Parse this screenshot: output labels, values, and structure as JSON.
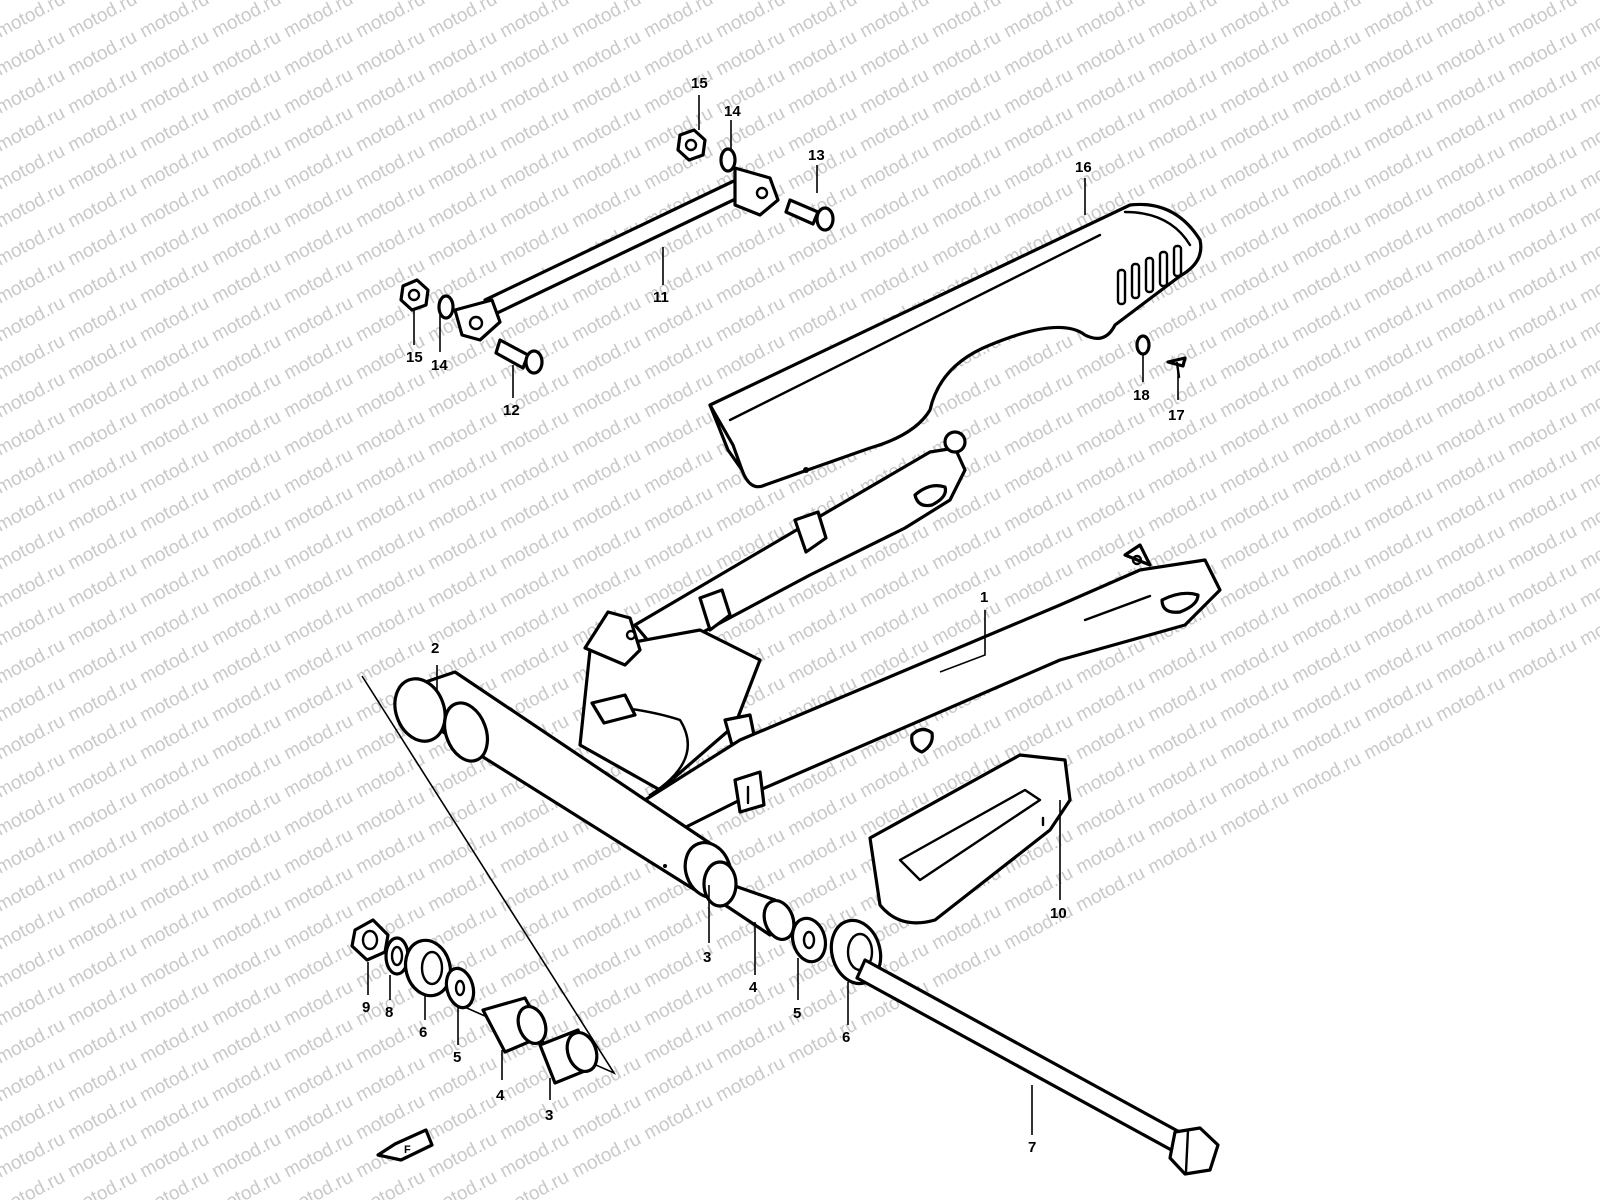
{
  "watermark": "motod.ru",
  "colors": {
    "line": "#000000",
    "background": "#ffffff",
    "watermark": "#c9c9c9"
  },
  "callouts": [
    {
      "id": "c1",
      "label": "1"
    },
    {
      "id": "c2",
      "label": "2"
    },
    {
      "id": "c3a",
      "label": "3"
    },
    {
      "id": "c3b",
      "label": "3"
    },
    {
      "id": "c4a",
      "label": "4"
    },
    {
      "id": "c4b",
      "label": "4"
    },
    {
      "id": "c5a",
      "label": "5"
    },
    {
      "id": "c5b",
      "label": "5"
    },
    {
      "id": "c6a",
      "label": "6"
    },
    {
      "id": "c6b",
      "label": "6"
    },
    {
      "id": "c7",
      "label": "7"
    },
    {
      "id": "c8",
      "label": "8"
    },
    {
      "id": "c9",
      "label": "9"
    },
    {
      "id": "c10",
      "label": "10"
    },
    {
      "id": "c11",
      "label": "11"
    },
    {
      "id": "c12",
      "label": "12"
    },
    {
      "id": "c13",
      "label": "13"
    },
    {
      "id": "c14a",
      "label": "14"
    },
    {
      "id": "c14b",
      "label": "14"
    },
    {
      "id": "c15a",
      "label": "15"
    },
    {
      "id": "c15b",
      "label": "15"
    },
    {
      "id": "c16",
      "label": "16"
    },
    {
      "id": "c17",
      "label": "17"
    },
    {
      "id": "c18",
      "label": "18"
    }
  ],
  "direction_badge": {
    "label": "F",
    "icon": "forward-arrow-icon"
  }
}
